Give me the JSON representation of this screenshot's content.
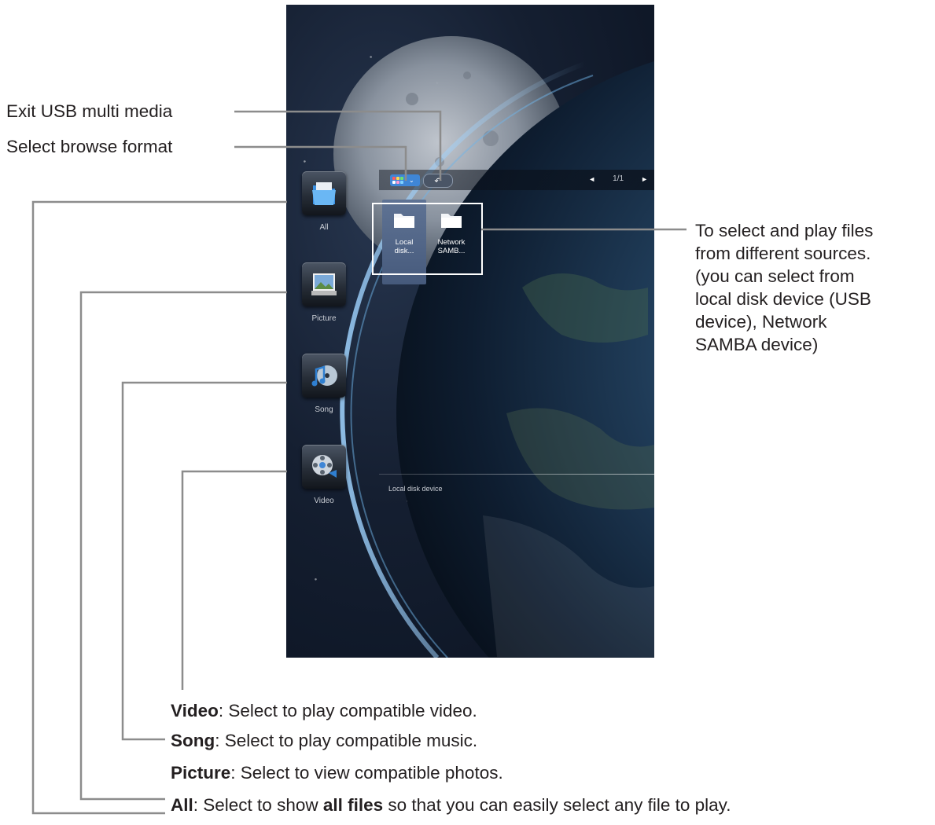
{
  "screen": {
    "sidebar": {
      "items": [
        {
          "label": "All",
          "icon": "folder-icon"
        },
        {
          "label": "Picture",
          "icon": "picture-icon"
        },
        {
          "label": "Song",
          "icon": "music-disc-icon"
        },
        {
          "label": "Video",
          "icon": "film-reel-icon"
        }
      ]
    },
    "toolbar": {
      "browse_format_icon": "grid-view-icon",
      "exit_icon": "return-arrow-icon",
      "exit_glyph": "↶",
      "prev_glyph": "◄",
      "next_glyph": "►",
      "page_indicator": "1/1"
    },
    "sources": [
      {
        "label_line1": "Local",
        "label_line2": "disk..."
      },
      {
        "label_line1": "Network",
        "label_line2": "SAMB..."
      }
    ],
    "bottom_label": "Local disk device"
  },
  "callouts": {
    "exit": "Exit USB multi media",
    "browse": "Select browse format",
    "sources_lines": [
      "To select and play files",
      "from different sources.",
      "(you can select from",
      "local disk device (USB",
      "device), Network",
      "SAMBA device)"
    ],
    "video": {
      "bold": "Video",
      "text": ": Select to play compatible video."
    },
    "song": {
      "bold": "Song",
      "text": ": Select to play compatible music."
    },
    "picture": {
      "bold": "Picture",
      "text": ": Select to view compatible photos."
    },
    "all": {
      "bold": "All",
      "text1": ": Select to show ",
      "bold2": "all files",
      "text2": " so that you can easily select any file to play."
    }
  },
  "colors": {
    "leader_line": "#8c8c8c",
    "highlight_accent": "#3f86d6",
    "sky": "#0a1220"
  }
}
